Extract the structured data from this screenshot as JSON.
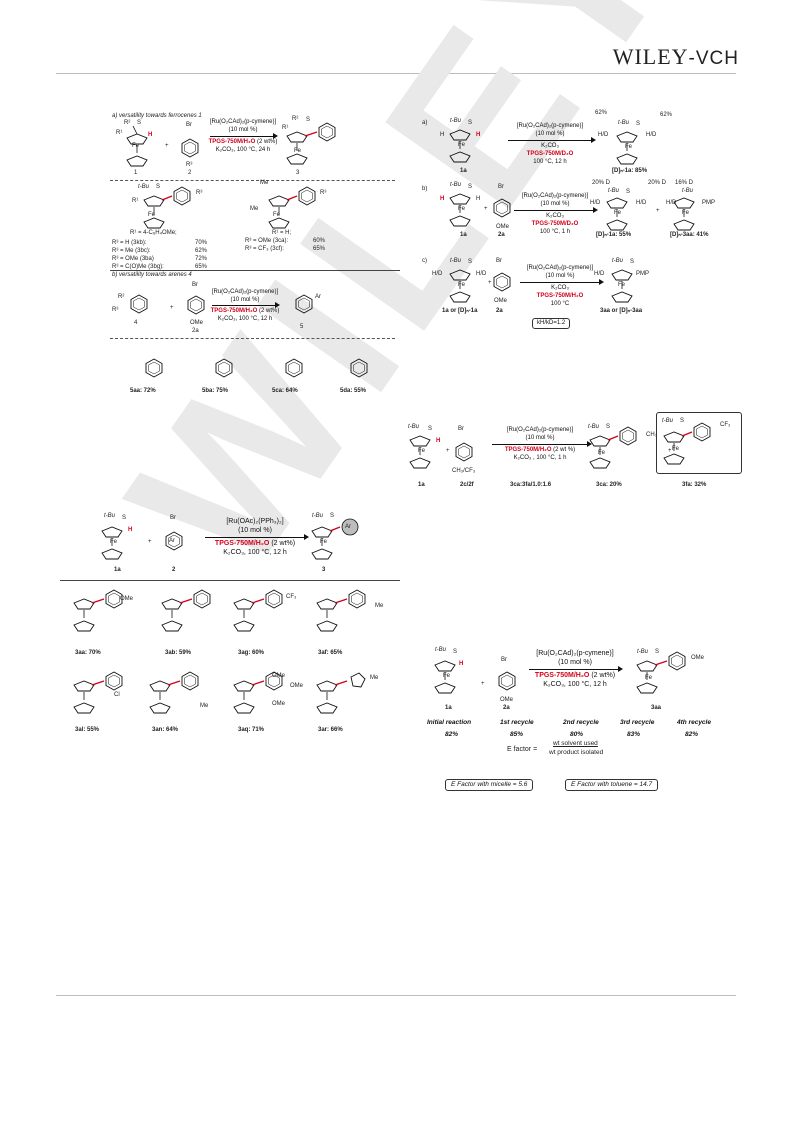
{
  "header": {
    "logo_main": "WILEY",
    "logo_suffix": "-VCH"
  },
  "watermark": "WILEY-VCH",
  "panel_a": {
    "title_a": "a) versatility towards ferrocenes 1",
    "cond1": "[Ru(O₂CAd)₂(p-cymene)]",
    "cond2": "(10 mol %)",
    "cond3": "TPGS-750M/H₂O",
    "cond3b": "(2 wt%)",
    "cond4": "K₂CO₃, 100 °C, 24 h",
    "num1": "1",
    "num2": "2",
    "num3": "3",
    "plus": "+",
    "r1_label": "R¹ = 4-C₆H₄OMe;",
    "list_left": [
      "R³ = H (3kb):",
      "R³ = Me (3bc):",
      "R³ = OMe (3ba)",
      "R³ = C(O)Me (3bg):"
    ],
    "list_left_yields": [
      "70%",
      "62%",
      "72%",
      "65%"
    ],
    "r1_h": "R¹ = H;",
    "list_right": [
      "R³ = OMe (3ca):",
      "R³ = CF₃ (3cf):"
    ],
    "list_right_yields": [
      "60%",
      "65%"
    ],
    "title_b": "b) versatility towards arenes 4",
    "cond_b1": "[Ru(O₂CAd)₂(p-cymene)]",
    "cond_b2": "(10 mol %)",
    "cond_b3": "TPGS-750M/H₂O",
    "cond_b3b": "(2 wt%)",
    "cond_b4": "K₂CO₃, 100 °C, 12 h",
    "num4": "4",
    "num2a": "2a",
    "num5": "5",
    "products": [
      "5aa: 72%",
      "5ba: 75%",
      "5ca: 64%",
      "5da: 55%"
    ]
  },
  "panel_b": {
    "label_a": "a)",
    "label_b": "b)",
    "label_c": "c)",
    "cond_a": [
      "[Ru(O₂CAd)₂(p-cymene)]",
      "(10 mol %)",
      "K₂CO₃",
      "TPGS-750M/D₂O",
      "100 °C, 12 h"
    ],
    "sm_a": "1a",
    "prod_a": "[D]ₙ-1a: 85%",
    "d_a1": "62%",
    "d_a2": "62%",
    "cond_b": [
      "[Ru(O₂CAd)₂(p-cymene)]",
      "(10 mol %)",
      "K₂CO₃",
      "TPGS-750M/D₂O",
      "100 °C, 1 h"
    ],
    "sm_b1": "1a",
    "sm_b2": "2a",
    "prod_b1": "[D]ₙ-1a: 55%",
    "prod_b2": "[D]ₙ-3aa: 41%",
    "d_b1": "20% D",
    "d_b2": "20% D",
    "d_b3": "16% D",
    "cond_c": [
      "[Ru(O₂CAd)₂(p-cymene)]",
      "(10 mol %)",
      "K₂CO₃",
      "TPGS-750M/H₂O",
      "100 °C"
    ],
    "sm_c1": "1a or [D]ₙ-1a",
    "sm_c2": "2a",
    "prod_c": "3aa or [D]ₙ-3aa",
    "kie": "kH/kD=1.2",
    "pmp": "PMP"
  },
  "panel_c": {
    "cond": [
      "[Ru(O₂CAd)₂(p-cymene)]",
      "(10 mol %)",
      "TPGS-750M/H₂O",
      "(2 wt %)",
      "K₂CO₃ , 100 °C, 1 h"
    ],
    "sm1": "1a",
    "sm2": "2c/2f",
    "sub": "CH₃/CF₃",
    "ratio": "3ca:3fa/1.0:1.6",
    "prod1": "3ca: 20%",
    "prod2": "3fa: 32%",
    "ch3": "CH₃",
    "cf3": "CF₃"
  },
  "panel_d": {
    "cond": [
      "[Ru(OAc)₂(PPh₃)₂]",
      "(10 mol %)",
      "TPGS-750M/H₂O",
      "(2 wt%)",
      "K₂CO₃, 100 °C, 12 h"
    ],
    "sm1": "1a",
    "sm2": "2",
    "prod": "3",
    "ar": "Ar",
    "products": [
      "3aa: 70%",
      "3ab: 59%",
      "3ag: 60%",
      "3af: 65%",
      "3al: 55%",
      "3an: 64%",
      "3aq: 71%",
      "3ar: 66%"
    ],
    "subst": [
      "OMe",
      "",
      "CF₃",
      "Me",
      "Cl",
      "Me",
      "OMe",
      "Me"
    ]
  },
  "panel_e": {
    "cond": [
      "[Ru(O₂CAd)₂(p-cymene)]",
      "(10 mol %)",
      "TPGS-750M/H₂O",
      "(2 wt%)",
      "K₂CO₃, 100 °C, 12 h"
    ],
    "sm1": "1a",
    "sm2": "2a",
    "prod": "3aa",
    "ome": "OMe",
    "runs": [
      "Initial reaction",
      "1st recycle",
      "2nd recycle",
      "3rd recycle",
      "4th recycle"
    ],
    "yields": [
      "82%",
      "85%",
      "80%",
      "83%",
      "82%"
    ],
    "efactor_label": "E factor =",
    "efactor_num": "wt solvent used",
    "efactor_den": "wt product isolated",
    "box1": "E Factor with micelle = 5.6",
    "box2": "E Factor with toluene = 14.7"
  },
  "common": {
    "tbu": "t-Bu",
    "s": "S",
    "fe": "Fe",
    "br": "Br",
    "h": "H",
    "hd": "H/D"
  }
}
